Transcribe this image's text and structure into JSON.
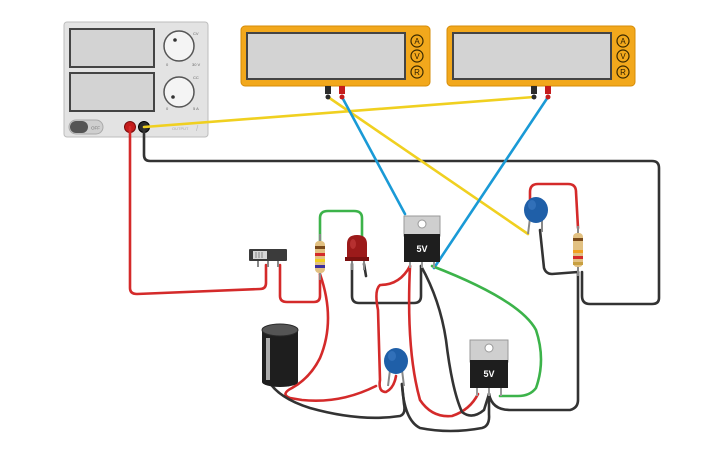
{
  "power_supply": {
    "off_label": "OFF",
    "voltage_knob_max": "30 V",
    "current_knob_max": "5 A",
    "knob_min": "0",
    "output_label": "OUTPUT",
    "cc_label": "CC",
    "cv_label": "CV"
  },
  "multimeter_1": {
    "mode_a": "A",
    "mode_v": "V",
    "mode_r": "R"
  },
  "multimeter_2": {
    "mode_a": "A",
    "mode_v": "V",
    "mode_r": "R"
  },
  "regulator_1": {
    "label": "5V"
  },
  "regulator_2": {
    "label": "5V"
  },
  "colors": {
    "wire_red": "#d42a2a",
    "wire_black": "#333333",
    "wire_yellow": "#f0d020",
    "wire_blue": "#1a9ad6",
    "wire_green": "#3cb34a",
    "meter_body": "#f2a81c",
    "capacitor_blue": "#1f5fa8",
    "led_red": "#9c1a1a"
  }
}
